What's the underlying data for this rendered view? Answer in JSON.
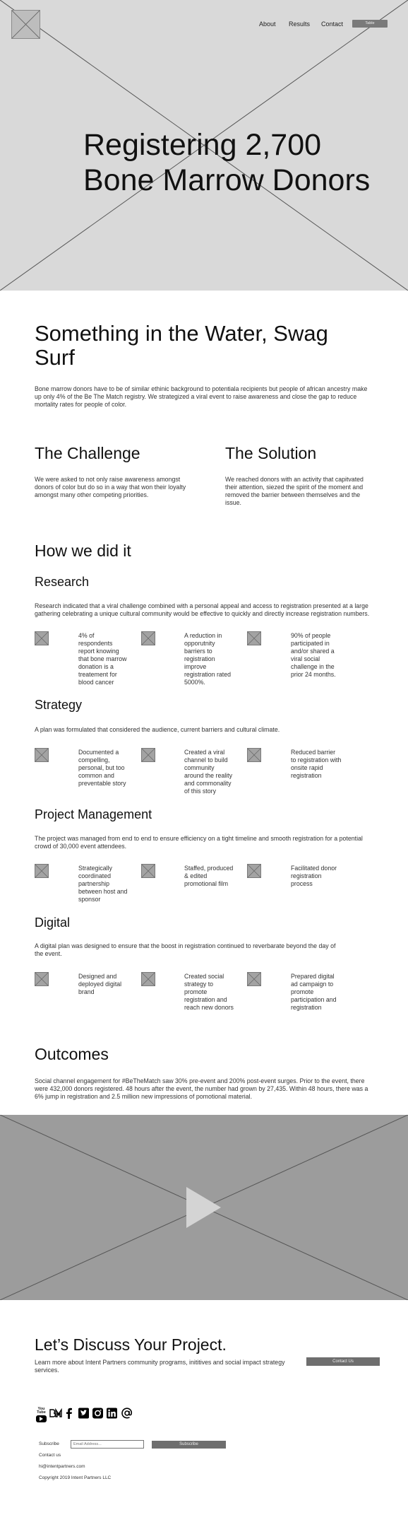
{
  "nav": {
    "items": [
      "About",
      "Results",
      "Contact"
    ],
    "cta_label": "Table"
  },
  "hero": {
    "title": "Registering 2,700 Bone Marrow Donors"
  },
  "intro": {
    "title": "Something in the Water, Swag Surf",
    "body": "Bone marrow donors have to be of similar ethinic background to potentiala recipients but people of african ancestry make up only 4% of the Be The Match registry. We strategized a viral event to raise awareness and close the gap to reduce mortality rates for people of color."
  },
  "challenge": {
    "title": "The Challenge",
    "body": "We were asked to not only raise awareness amongst donors of color but do so in a way that won their loyalty amongst many other competing priorities."
  },
  "solution": {
    "title": "The Solution",
    "body": "We reached donors with an activity that capitvated their attention, siezed the spirit of the moment and removed the barrier between themselves and the issue."
  },
  "how": {
    "title": "How we did it",
    "sections": [
      {
        "title": "Research",
        "body": "Research indicated that a viral challenge combined with a personal appeal and access to registration presented at a large gathering celebrating a unique cultural community would be effective to quickly and directly increase registration numbers.",
        "items": [
          "4% of respondents report knowing that bone marrow donation is a treatement for blood cancer",
          "A reduction in opporutnity barriers to registration improve registration rated 5000%.",
          "90% of people participated in and/or shared a viral social challenge in the prior 24 months."
        ]
      },
      {
        "title": "Strategy",
        "body": "A plan was formulated that considered the audience, current barriers and cultural climate.",
        "items": [
          "Documented a compelling, personal, but too common and preventable story",
          "Created a viral channel to build community around the reality and commonality of this story",
          "Reduced barrier to registration with onsite rapid registration"
        ]
      },
      {
        "title": "Project Management",
        "body": "The project was managed from end to end to ensure efficiency on a tight timeline and smooth registration for a potential crowd of 30,000 event attendees.",
        "items": [
          "Strategically coordinated partnership between host and sponsor",
          "Staffed, produced & edited promotional film",
          "Facilitated donor registration process"
        ]
      },
      {
        "title": "Digital",
        "body": "A digital plan was designed to ensure that the boost in registration continued to reverbarate beyond the day of the event.",
        "items": [
          "Designed and deployed digital brand",
          "Created social strategy to promote registration and reach new donors",
          "Prepared digital ad campaign to promote participation and registration"
        ]
      }
    ]
  },
  "outcomes": {
    "title": "Outcomes",
    "body": "Social channel engagement for #BeTheMatch saw 30% pre-event and 200% post-event surges. Prior to the event, there were 432,000 donors registered. 48 hours after the event, the number had grown by 27,435. Within 48 hours, there was a 6% jump in registration and 2.5 million new impressions of pomotional material."
  },
  "cta": {
    "title": "Let’s Discuss Your Project.",
    "body": "Learn more about Intent Partners community programs, inititives and social impact strategy services.",
    "button_label": "Contact Us"
  },
  "social": {
    "icons": [
      "youtube-icon",
      "behance-icon",
      "facebook-icon",
      "twitter-icon",
      "instagram-icon",
      "linkedin-icon",
      "at-icon"
    ],
    "youtube_label": "You Tube"
  },
  "footer": {
    "subscribe_label": "Subscribe",
    "email_placeholder": "Email Address...",
    "subscribe_button": "Subscribe",
    "contact_label": "Contact us",
    "email": "hi@intentpartners.com",
    "copyright": "Copyright 2019 Intent Partners LLC"
  }
}
